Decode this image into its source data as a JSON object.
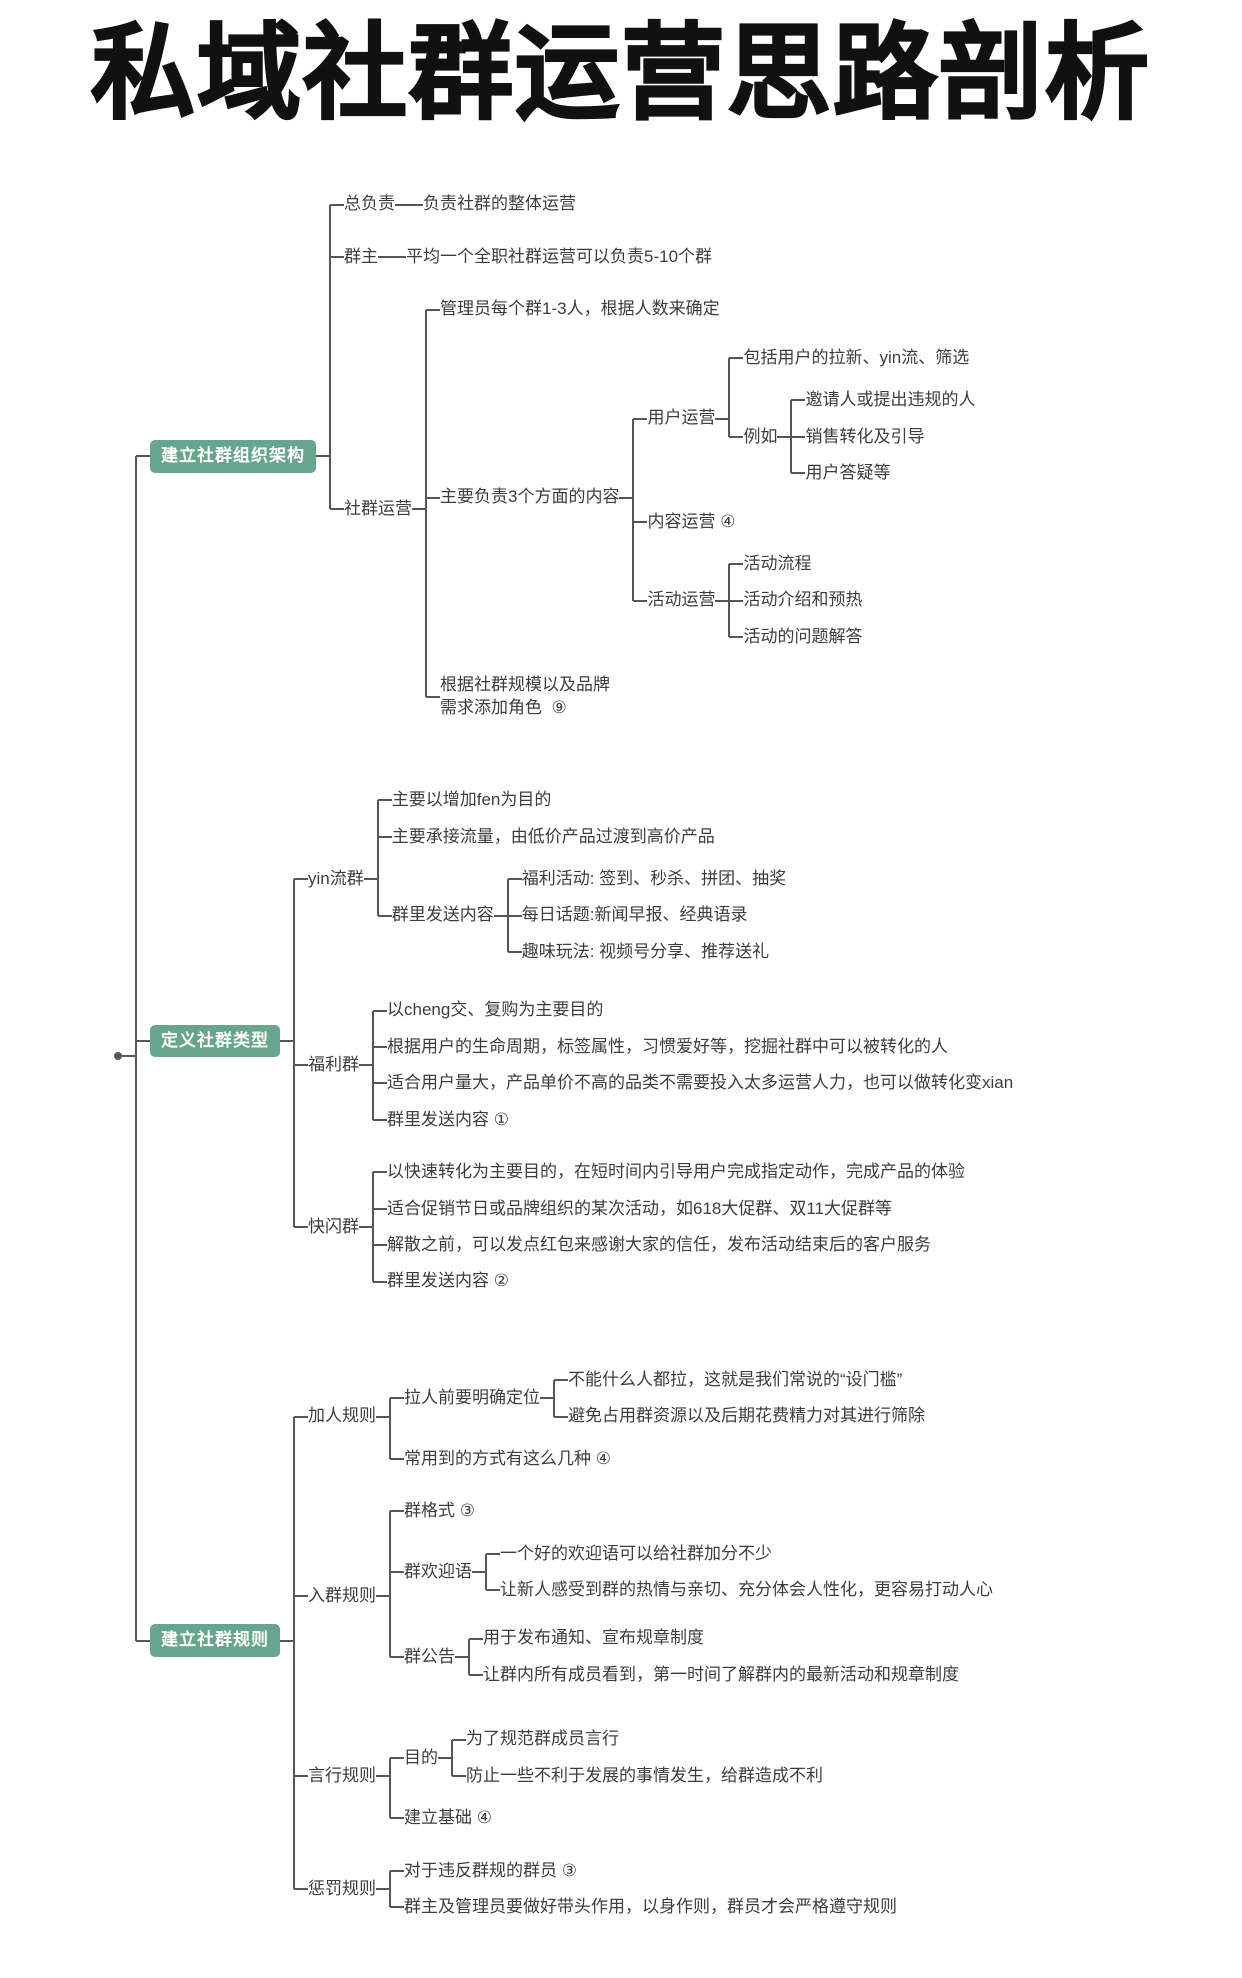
{
  "page": {
    "title": "私域社群运营思路剖析"
  },
  "colors": {
    "category_bg": "#67a68c",
    "category_text": "#ffffff",
    "line": "#565656",
    "text": "#3d3d3d",
    "title": "#111111"
  },
  "tree": {
    "type": "root",
    "label": "",
    "children": [
      {
        "type": "category",
        "label": "建立社群组织架构",
        "children": [
          {
            "label": "总负责",
            "children": [
              {
                "label": "负责社群的整体运营"
              }
            ]
          },
          {
            "label": "群主",
            "children": [
              {
                "label": "平均一个全职社群运营可以负责5-10个群"
              }
            ]
          },
          {
            "label": "社群运营",
            "children": [
              {
                "label": "管理员每个群1-3人，根据人数来确定"
              },
              {
                "label": "主要负责3个方面的内容",
                "children": [
                  {
                    "label": "用户运营",
                    "children": [
                      {
                        "label": "包括用户的拉新、yin流、筛选"
                      },
                      {
                        "label": "例如",
                        "children": [
                          {
                            "label": "邀请人或提出违规的人"
                          },
                          {
                            "label": "销售转化及引导"
                          },
                          {
                            "label": "用户答疑等"
                          }
                        ]
                      }
                    ]
                  },
                  {
                    "label": "内容运营 ④"
                  },
                  {
                    "label": "活动运营",
                    "children": [
                      {
                        "label": "活动流程"
                      },
                      {
                        "label": "活动介绍和预热"
                      },
                      {
                        "label": "活动的问题解答"
                      }
                    ]
                  }
                ]
              },
              {
                "label": "根据社群规模以及品牌\n需求添加角色  ⑨"
              }
            ]
          }
        ]
      },
      {
        "type": "category",
        "label": "定义社群类型",
        "children": [
          {
            "label": "yin流群",
            "children": [
              {
                "label": "主要以增加fen为目的"
              },
              {
                "label": "主要承接流量，由低价产品过渡到高价产品"
              },
              {
                "label": "群里发送内容",
                "children": [
                  {
                    "label": "福利活动: 签到、秒杀、拼团、抽奖"
                  },
                  {
                    "label": "每日话题:新闻早报、经典语录"
                  },
                  {
                    "label": "趣味玩法: 视频号分享、推荐送礼"
                  }
                ]
              }
            ]
          },
          {
            "label": "福利群",
            "children": [
              {
                "label": "以cheng交、复购为主要目的"
              },
              {
                "label": "根据用户的生命周期，标签属性，习惯爱好等，挖掘社群中可以被转化的人"
              },
              {
                "label": "适合用户量大，产品单价不高的品类不需要投入太多运营人力，也可以做转化变xian"
              },
              {
                "label": "群里发送内容 ①"
              }
            ]
          },
          {
            "label": "快闪群",
            "children": [
              {
                "label": "以快速转化为主要目的，在短时间内引导用户完成指定动作，完成产品的体验"
              },
              {
                "label": "适合促销节日或品牌组织的某次活动，如618大促群、双11大促群等"
              },
              {
                "label": "解散之前，可以发点红包来感谢大家的信任，发布活动结束后的客户服务"
              },
              {
                "label": "群里发送内容 ②"
              }
            ]
          }
        ]
      },
      {
        "type": "category",
        "label": "建立社群规则",
        "children": [
          {
            "label": "加人规则",
            "children": [
              {
                "label": "拉人前要明确定位",
                "children": [
                  {
                    "label": "不能什么人都拉，这就是我们常说的“设门槛”"
                  },
                  {
                    "label": "避免占用群资源以及后期花费精力对其进行筛除"
                  }
                ]
              },
              {
                "label": "常用到的方式有这么几种 ④"
              }
            ]
          },
          {
            "label": "入群规则",
            "children": [
              {
                "label": "群格式 ③"
              },
              {
                "label": "群欢迎语",
                "children": [
                  {
                    "label": "一个好的欢迎语可以给社群加分不少"
                  },
                  {
                    "label": "让新人感受到群的热情与亲切、充分体会人性化，更容易打动人心"
                  }
                ]
              },
              {
                "label": "群公告",
                "children": [
                  {
                    "label": "用于发布通知、宣布规章制度"
                  },
                  {
                    "label": "让群内所有成员看到，第一时间了解群内的最新活动和规章制度"
                  }
                ]
              }
            ]
          },
          {
            "label": "言行规则",
            "children": [
              {
                "label": "目的",
                "children": [
                  {
                    "label": "为了规范群成员言行"
                  },
                  {
                    "label": "防止一些不利于发展的事情发生，给群造成不利"
                  }
                ]
              },
              {
                "label": "建立基础 ④"
              }
            ]
          },
          {
            "label": "惩罚规则",
            "children": [
              {
                "label": "对于违反群规的群员 ③"
              },
              {
                "label": "群主及管理员要做好带头作用，以身作则，群员才会严格遵守规则"
              }
            ]
          }
        ]
      }
    ]
  }
}
